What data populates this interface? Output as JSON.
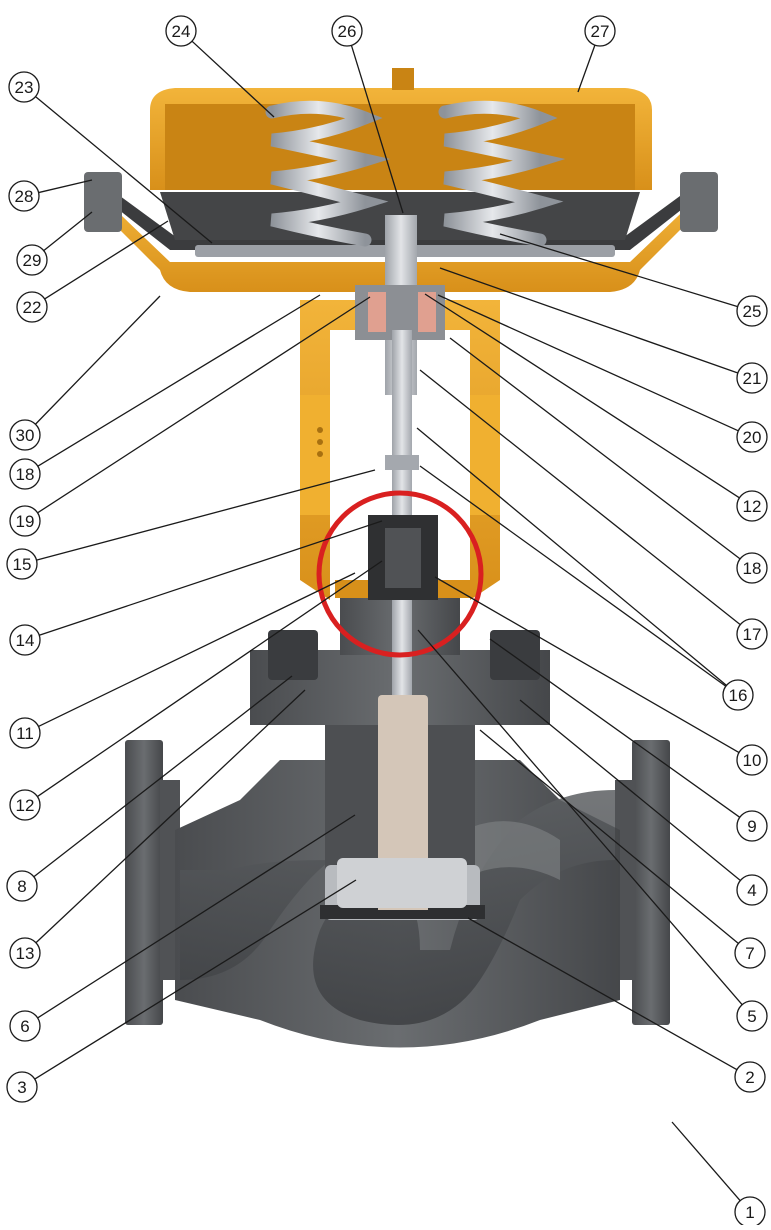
{
  "diagram": {
    "colors": {
      "body": "#56585b",
      "body_dark": "#3e4043",
      "body_light": "#6b6e71",
      "yoke": "#e8a020",
      "yoke_dark": "#b8740c",
      "diaphragm": "#4a4b4d",
      "spring": "#b9bdc4",
      "stem": "#c9ccd1",
      "plug": "#d4c6b8",
      "highlight": "#d92020",
      "label_line": "#1a1a1a"
    },
    "callouts": [
      {
        "id": "c1",
        "label": "1"
      },
      {
        "id": "c2",
        "label": "2"
      },
      {
        "id": "c3",
        "label": "3"
      },
      {
        "id": "c4",
        "label": "4"
      },
      {
        "id": "c5",
        "label": "5"
      },
      {
        "id": "c6",
        "label": "6"
      },
      {
        "id": "c7",
        "label": "7"
      },
      {
        "id": "c8",
        "label": "8"
      },
      {
        "id": "c9",
        "label": "9"
      },
      {
        "id": "c10",
        "label": "10"
      },
      {
        "id": "c11",
        "label": "11"
      },
      {
        "id": "c12a",
        "label": "12"
      },
      {
        "id": "c12b",
        "label": "12"
      },
      {
        "id": "c13",
        "label": "13"
      },
      {
        "id": "c14",
        "label": "14"
      },
      {
        "id": "c15",
        "label": "15"
      },
      {
        "id": "c16",
        "label": "16"
      },
      {
        "id": "c17",
        "label": "17"
      },
      {
        "id": "c18a",
        "label": "18"
      },
      {
        "id": "c18b",
        "label": "18"
      },
      {
        "id": "c19",
        "label": "19"
      },
      {
        "id": "c20",
        "label": "20"
      },
      {
        "id": "c21",
        "label": "21"
      },
      {
        "id": "c22",
        "label": "22"
      },
      {
        "id": "c23",
        "label": "23"
      },
      {
        "id": "c24",
        "label": "24"
      },
      {
        "id": "c25",
        "label": "25"
      },
      {
        "id": "c26",
        "label": "26"
      },
      {
        "id": "c27",
        "label": "27"
      },
      {
        "id": "c28",
        "label": "28"
      },
      {
        "id": "c29",
        "label": "29"
      },
      {
        "id": "c30",
        "label": "30"
      }
    ]
  }
}
